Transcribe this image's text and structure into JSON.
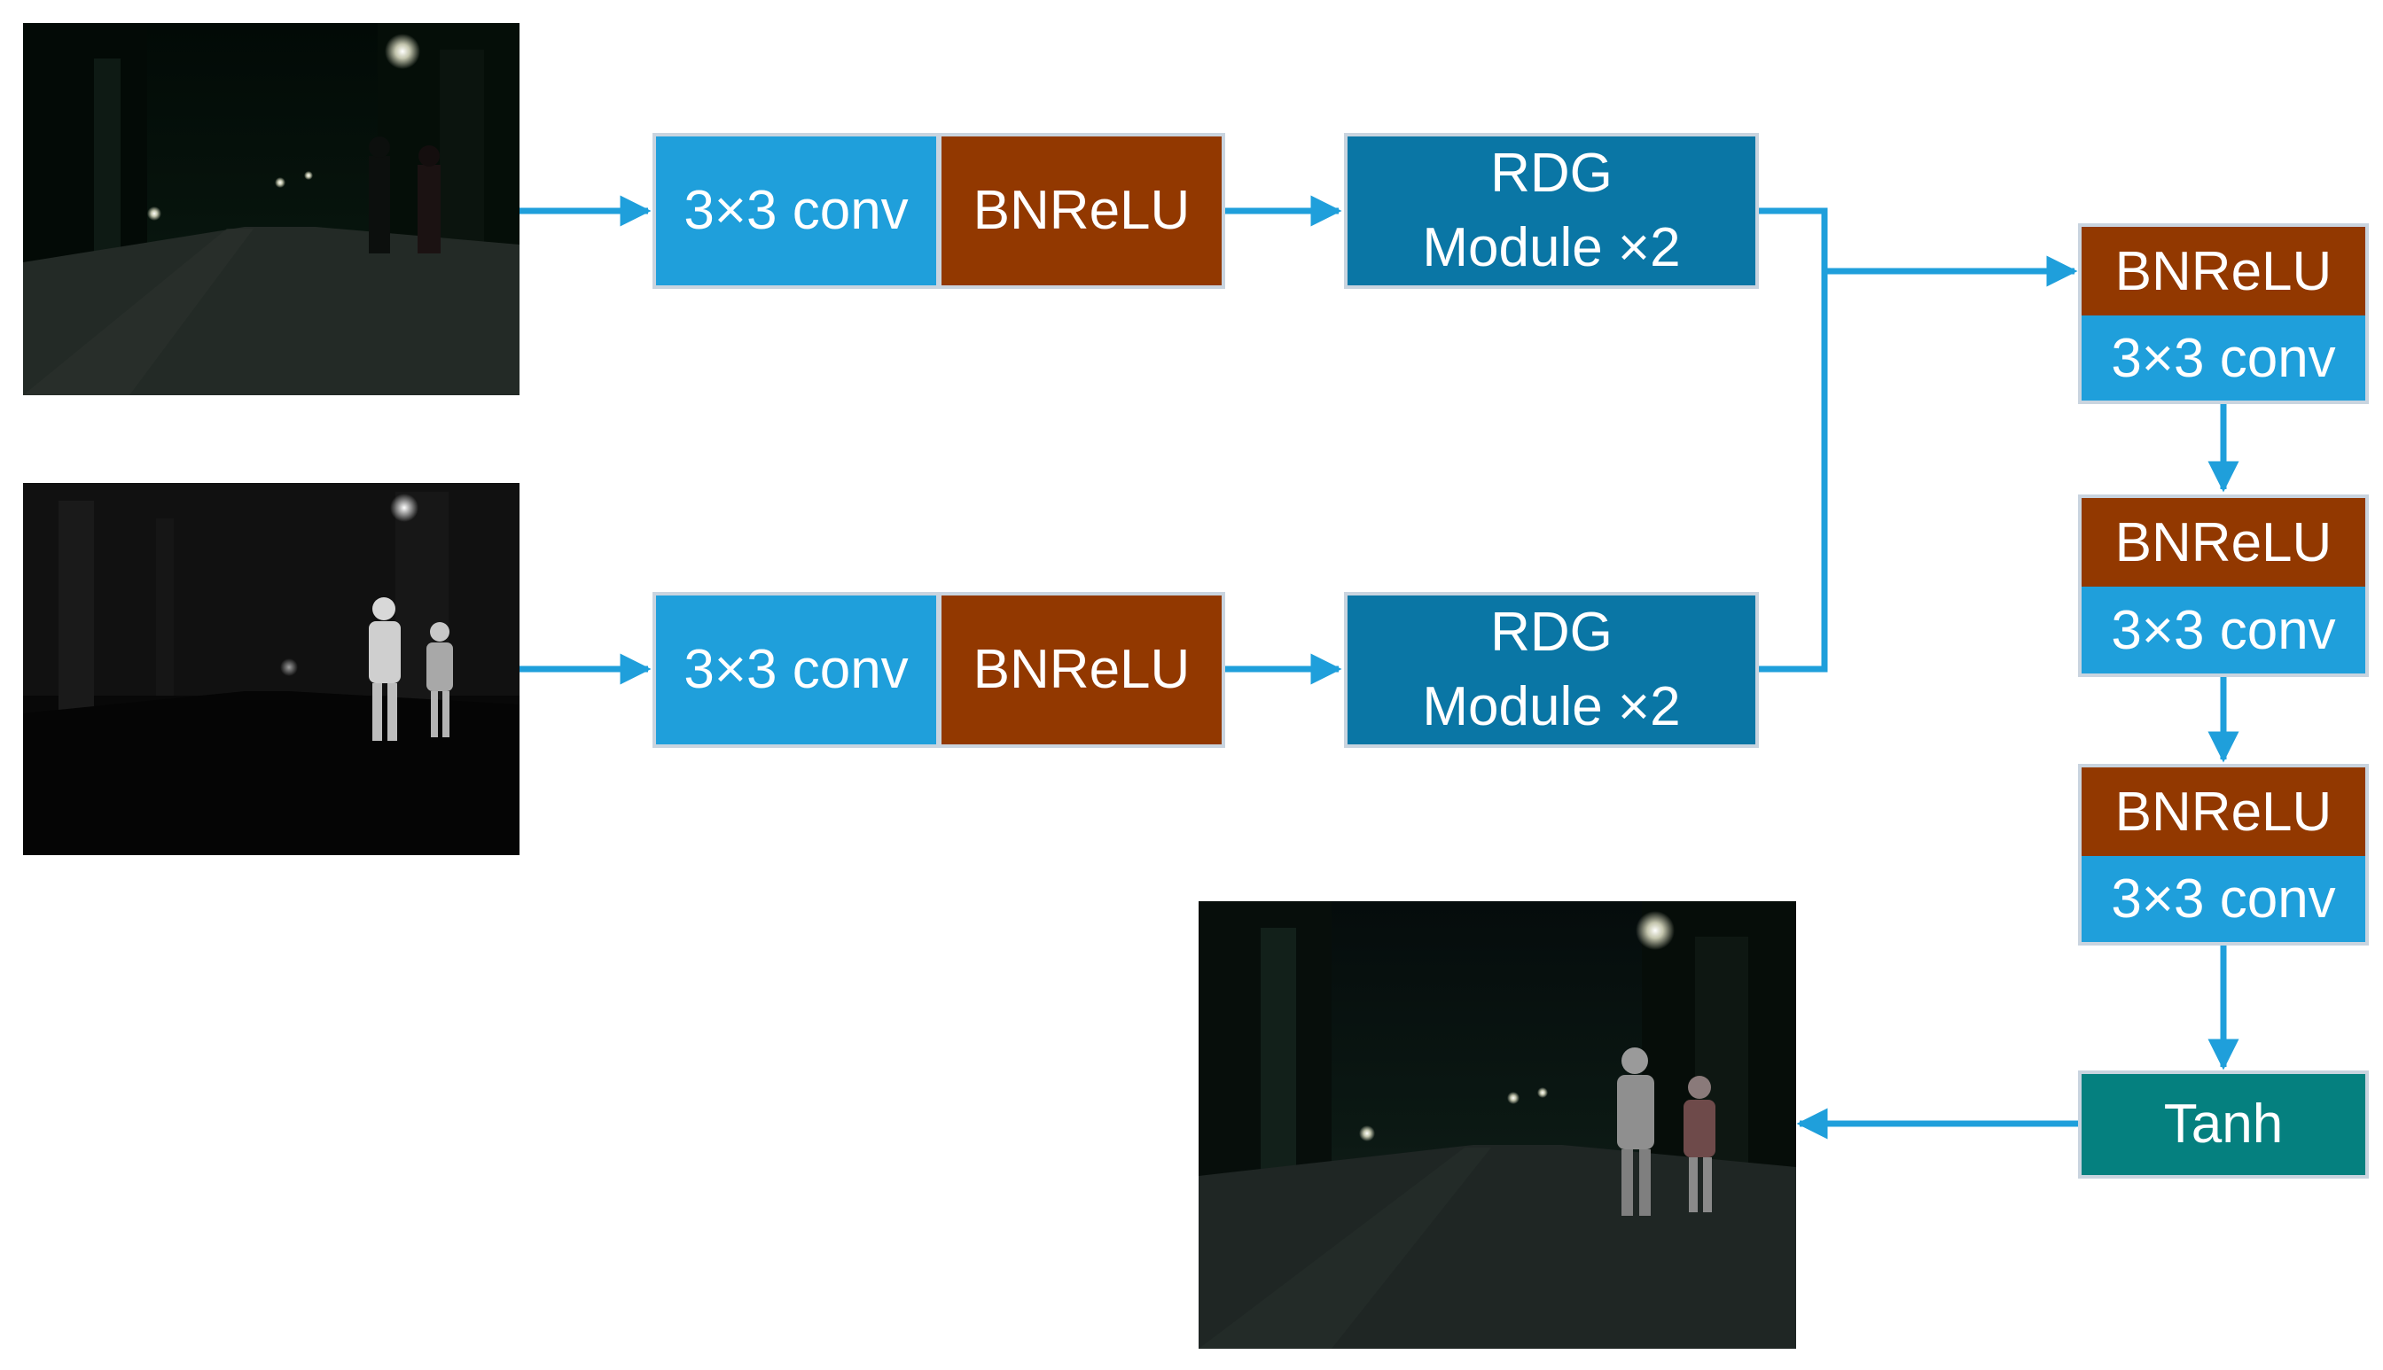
{
  "diagram": {
    "branch_top": {
      "conv_label": "3×3 conv",
      "act_label": "BNReLU",
      "rdg_line1": "RDG",
      "rdg_line2": "Module ×2"
    },
    "branch_bottom": {
      "conv_label": "3×3 conv",
      "act_label": "BNReLU",
      "rdg_line1": "RDG",
      "rdg_line2": "Module ×2"
    },
    "decoder": [
      {
        "act_label": "BNReLU",
        "conv_label": "3×3 conv"
      },
      {
        "act_label": "BNReLU",
        "conv_label": "3×3 conv"
      },
      {
        "act_label": "BNReLU",
        "conv_label": "3×3 conv"
      }
    ],
    "output_label": "Tanh",
    "colors": {
      "arrow": "#1f9fdb",
      "conv": "#1f9fdb",
      "bnrelu": "#923800",
      "rdg": "#0a76a5",
      "tanh": "#05807f"
    },
    "images": {
      "visible_input": "night street scene, visible",
      "infrared_input": "night street scene, infrared",
      "fused_output": "night street scene, fused"
    }
  }
}
